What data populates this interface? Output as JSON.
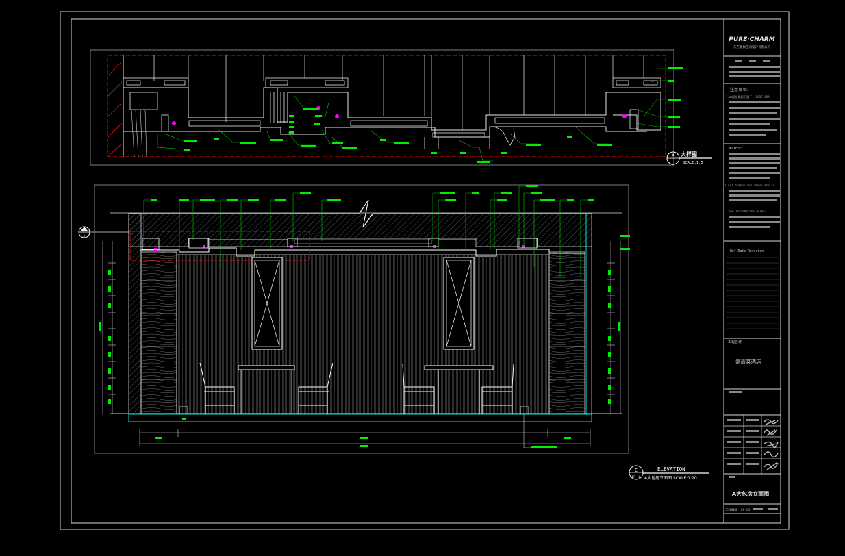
{
  "title_block": {
    "company_logo": "PURE·CHARM",
    "company_sub": "东方意象空间设计有限公司",
    "caution_title": "注意事项:",
    "caution_line": "1.本图纸版权归属于 \"PURE CHA",
    "notes_title": "NOTES:",
    "notes_line1": "1.All dimensions shown are in",
    "notes_line2": "and information unless",
    "revision_header": "Ref  Date  Revision",
    "project_label": "工程名称",
    "project_name": "福清某酒店",
    "drawing_title": "A大包房立面图",
    "drawing_no_label": "工程编号",
    "sheet_code": "EP-03"
  },
  "section_view": {
    "marker_number": "A",
    "title": "大样图",
    "scale": "SCALE:1:5"
  },
  "elevation_view": {
    "marker_letter": "C",
    "marker_sheet": "EP-10",
    "title_en": "ELEVATION",
    "title_cn": "A大包房立面图 SCALE:1:20",
    "detail_marker": "A"
  },
  "colors": {
    "background": "#000000",
    "line": "#ffffff",
    "annotation": "#00ff00",
    "section_border": "#ff0000",
    "floor": "#00ffff",
    "marker": "#ff00ff"
  }
}
